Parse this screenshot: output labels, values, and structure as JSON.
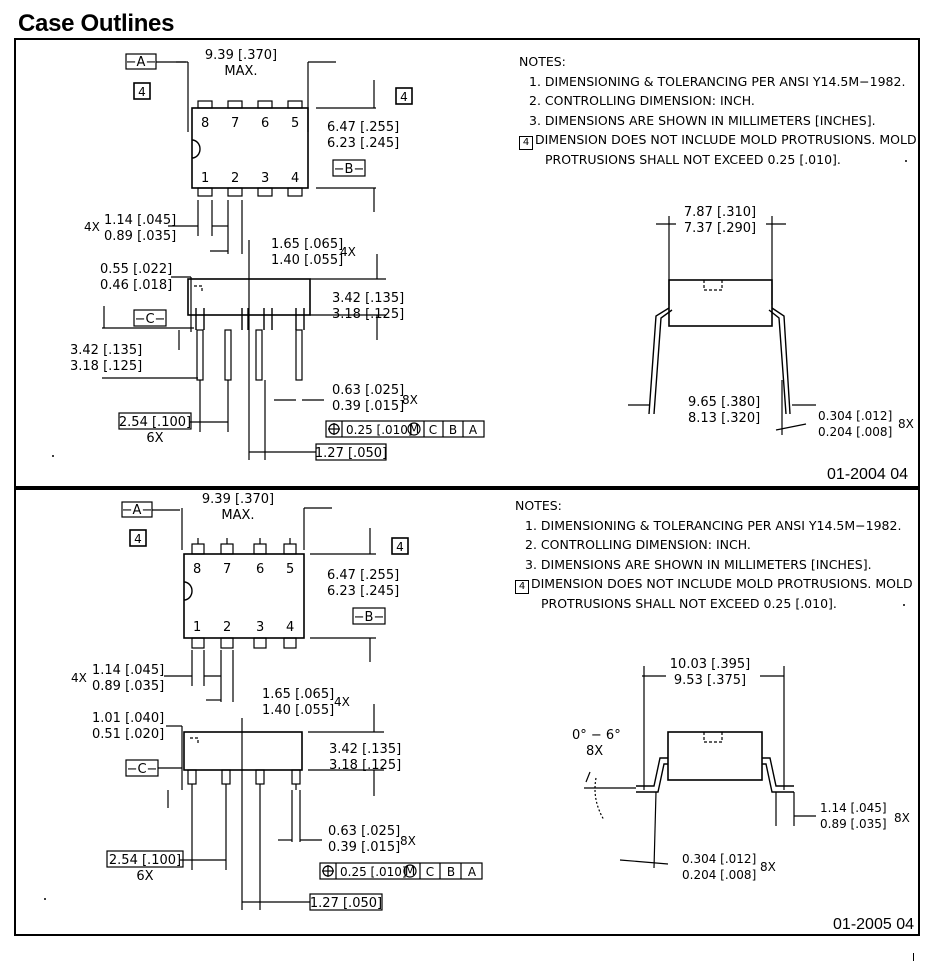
{
  "page_title": "Case Outlines",
  "packages": [
    {
      "drawing_code": "01-2004 04",
      "notes": {
        "heading": "NOTES:",
        "items": [
          "1. DIMENSIONING & TOLERANCING PER ANSI Y14.5M−1982.",
          "2. CONTROLLING DIMENSION: INCH.",
          "3. DIMENSIONS ARE SHOWN IN MILLIMETERS [INCHES].",
          "DIMENSION DOES NOT INCLUDE MOLD PROTRUSIONS. MOLD",
          "PROTRUSIONS SHALL NOT EXCEED 0.25 [.010]."
        ],
        "flag": "4"
      },
      "top_view": {
        "datum_a": "−A−",
        "datum_b": "−B−",
        "flag": "4",
        "length_max": "9.39 [.370]",
        "length_max_suffix": "MAX.",
        "width_max": "6.47 [.255]",
        "width_min": "6.23 [.245]",
        "pins_top": [
          "8",
          "7",
          "6",
          "5"
        ],
        "pins_bottom": [
          "1",
          "2",
          "3",
          "4"
        ],
        "lead_w_max": "1.14 [.045]",
        "lead_w_min": "0.89 [.035]",
        "lead_w_count": "4X",
        "shoulder_max": "1.65 [.065]",
        "shoulder_min": "1.40 [.055]",
        "shoulder_count": "4X"
      },
      "side_view": {
        "datum_c": "−C−",
        "standoff_max": "0.55 [.022]",
        "standoff_min": "0.46 [.018]",
        "height_max": "3.42 [.135]",
        "height_min": "3.18 [.125]",
        "lead_len_max": "3.42 [.135]",
        "lead_len_min": "3.18 [.125]",
        "lead_thk_max": "0.63 [.025]",
        "lead_thk_min": "0.39 [.015]",
        "lead_thk_count": "8X",
        "pitch": "2.54 [.100]",
        "pitch_count": "6X",
        "fcf_tol": "0.25 [.010]",
        "fcf_mod": "M",
        "fcf_datums": [
          "C",
          "B",
          "A"
        ],
        "half_pitch": "1.27 [.050]"
      },
      "end_view": {
        "width_max": "7.87 [.310]",
        "width_min": "7.37 [.290]",
        "spread_max": "9.65 [.380]",
        "spread_min": "8.13 [.320]",
        "thk_max": "0.304 [.012]",
        "thk_min": "0.204 [.008]",
        "thk_count": "8X"
      }
    },
    {
      "drawing_code": "01-2005 04",
      "notes": {
        "heading": "NOTES:",
        "items": [
          "1. DIMENSIONING & TOLERANCING PER ANSI Y14.5M−1982.",
          "2. CONTROLLING DIMENSION: INCH.",
          "3. DIMENSIONS ARE SHOWN IN MILLIMETERS [INCHES].",
          "DIMENSION DOES NOT INCLUDE MOLD PROTRUSIONS. MOLD",
          "PROTRUSIONS SHALL NOT EXCEED 0.25 [.010]."
        ],
        "flag": "4"
      },
      "top_view": {
        "datum_a": "−A−",
        "datum_b": "−B−",
        "flag": "4",
        "length_max": "9.39 [.370]",
        "length_max_suffix": "MAX.",
        "width_max": "6.47 [.255]",
        "width_min": "6.23 [.245]",
        "pins_top": [
          "8",
          "7",
          "6",
          "5"
        ],
        "pins_bottom": [
          "1",
          "2",
          "3",
          "4"
        ],
        "lead_w_max": "1.14 [.045]",
        "lead_w_min": "0.89 [.035]",
        "lead_w_count": "4X",
        "shoulder_max": "1.65 [.065]",
        "shoulder_min": "1.40 [.055]",
        "shoulder_count": "4X"
      },
      "side_view": {
        "datum_c": "−C−",
        "standoff_max": "1.01 [.040]",
        "standoff_min": "0.51 [.020]",
        "height_max": "3.42 [.135]",
        "height_min": "3.18 [.125]",
        "lead_thk_max": "0.63 [.025]",
        "lead_thk_min": "0.39 [.015]",
        "lead_thk_count": "8X",
        "pitch": "2.54 [.100]",
        "pitch_count": "6X",
        "fcf_tol": "0.25 [.010]",
        "fcf_mod": "M",
        "fcf_datums": [
          "C",
          "B",
          "A"
        ],
        "half_pitch": "1.27 [.050]"
      },
      "end_view": {
        "width_max": "10.03 [.395]",
        "width_min": "9.53 [.375]",
        "angle_range": "0° − 6°",
        "angle_count": "8X",
        "foot_max": "1.14 [.045]",
        "foot_min": "0.89 [.035]",
        "foot_count": "8X",
        "thk_max": "0.304 [.012]",
        "thk_min": "0.204 [.008]",
        "thk_count": "8X"
      }
    }
  ]
}
